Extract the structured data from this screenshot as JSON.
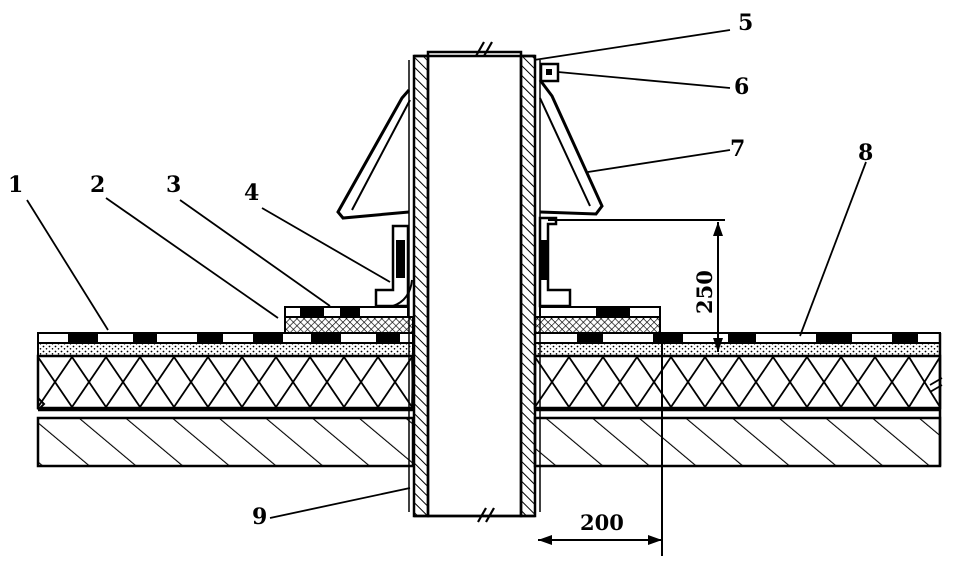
{
  "labels": {
    "l1": "1",
    "l2": "2",
    "l3": "3",
    "l4": "4",
    "l5": "5",
    "l6": "6",
    "l7": "7",
    "l8": "8",
    "l9": "9"
  },
  "dimensions": {
    "height": "250",
    "width": "200"
  },
  "colors": {
    "ink": "#000000",
    "paper": "#ffffff"
  }
}
